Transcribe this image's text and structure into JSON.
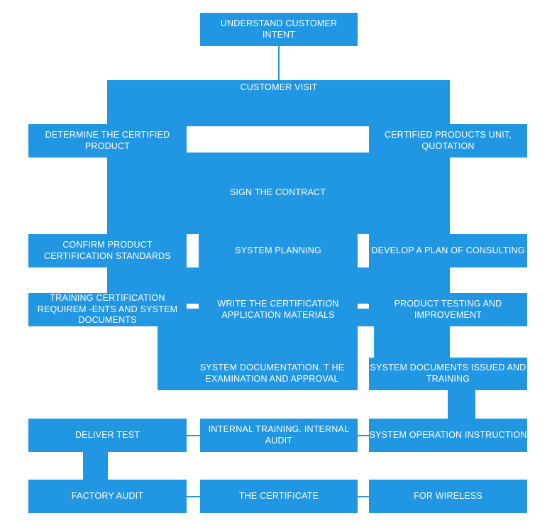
{
  "diagram": {
    "title": "Certification Consulting Process Flowchart",
    "accent_color": "#2196e3",
    "background_color": "#ffffff",
    "text_color": "#ffffff",
    "type": "flowchart"
  },
  "nodes": {
    "understand_customer_intent": "UNDERSTAND CUSTOMER INTENT",
    "customer_visit": "CUSTOMER VISIT",
    "determine_the_certified_product": "DETERMINE THE CERTIFIED\nPRODUCT",
    "certified_products_unit_quotation": "CERTIFIED PRODUCTS UNIT,\nQUOTATION",
    "sign_the_contract": "SIGN THE CONTRACT",
    "confirm_product_certification_standards": "CONFIRM PRODUCT\nCERTIFICATION STANDARDS",
    "system_planning": "SYSTEM PLANNING",
    "develop_a_plan_of_consulting": "DEVELOP A PLAN OF CONSULTING",
    "training_certification_requirements": "TRAINING CERTIFICATION REQUIREM\n-ENTS AND SYSTEM DOCUMENTS",
    "write_the_certification_application_materials": "WRITE THE CERTIFICATION\nAPPLICATION MATERIALS",
    "product_testing_and_improvement": "PRODUCT TESTING\nAND IMPROVEMENT",
    "system_documentation_examination": "SYSTEM DOCUMENTATION. T\nHE EXAMINATION AND APPROVAL",
    "system_documents_issued_and_training": "SYSTEM DOCUMENTS ISSUED\nAND TRAINING",
    "deliver_test": "DELIVER TEST",
    "internal_training_internal_audit": "INTERNAL TRAINING.\nINTERNAL AUDIT",
    "system_operation_instruction": "SYSTEM OPERATION INSTRUCTION",
    "factory_audit": "FACTORY AUDIT",
    "the_certificate": "THE CERTIFICATE",
    "for_wireless": "FOR WIRELESS"
  }
}
